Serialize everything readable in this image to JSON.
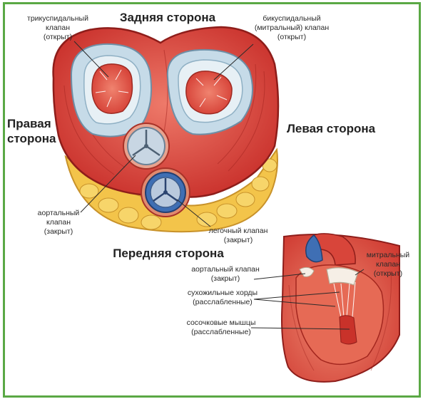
{
  "titles": {
    "back": "Задняя сторона",
    "front": "Передняя сторона",
    "right": "Правая\nсторона",
    "left": "Левая сторона"
  },
  "top_labels": {
    "tricuspid": "трикуспидальный\nклапан\n(открыт)",
    "bicuspid": "бикуспидальный\n(митральный) клапан\n(открыт)",
    "aortic": "аортальный\nклапан\n(закрыт)",
    "pulmonary": "легочный клапан\n(закрыт)"
  },
  "inset_labels": {
    "aortic": "аортальный клапан\n(закрыт)",
    "chordae": "сухожильные хорды\n(расслабленные)",
    "papillary": "сосочковые мышцы\n(расслабленные)",
    "mitral": "митральный\nклапан\n(открыт)"
  },
  "colors": {
    "border": "#5aa845",
    "muscle": "#d9403a",
    "muscle_light": "#ec7868",
    "fat": "#f3c44a",
    "ring": "#bcd3e2",
    "aortic": "#c8d6e3",
    "pulmonary": "#3f6fb4"
  }
}
